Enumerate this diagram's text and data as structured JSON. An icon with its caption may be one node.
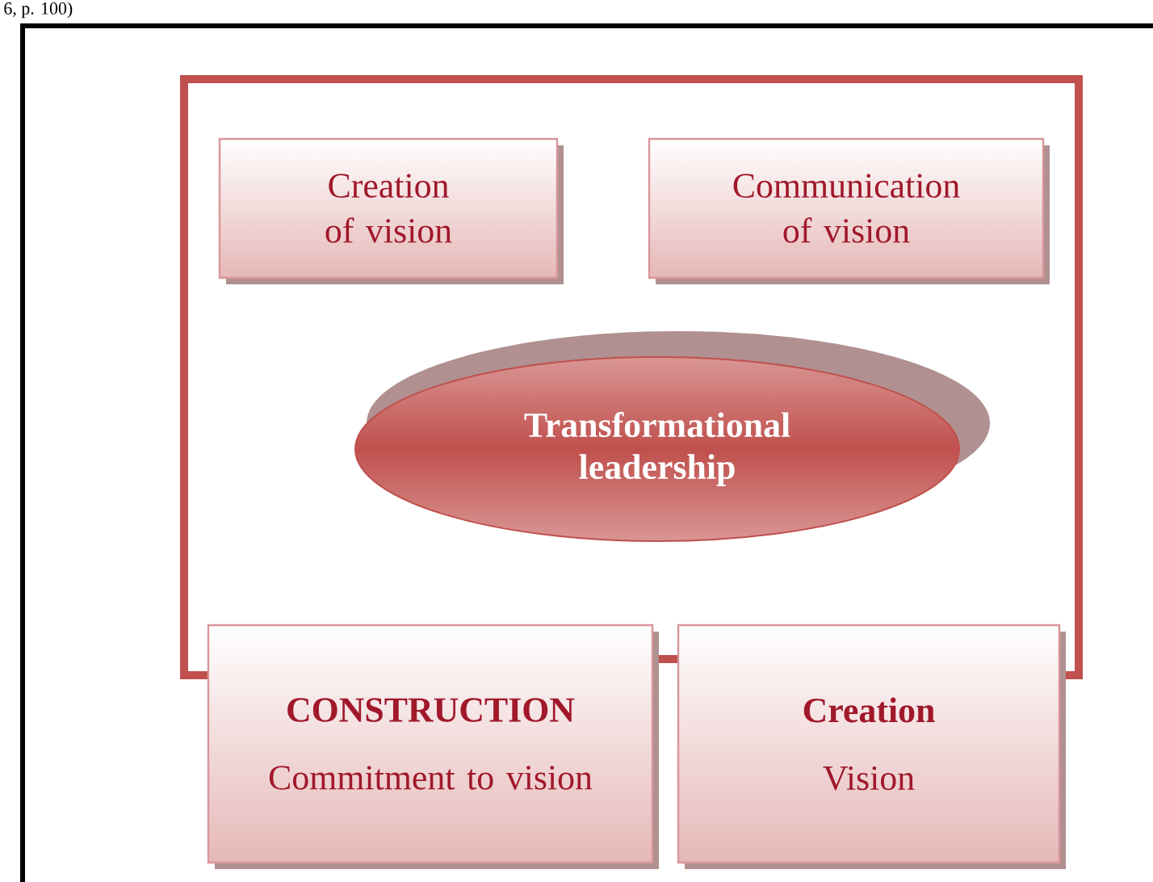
{
  "diagram": {
    "nodes": [
      {
        "text": [
          "Creation of vision"
        ]
      },
      {
        "text": [
          "Communication of vision"
        ]
      },
      {
        "text": [
          "Transformational leadership"
        ]
      },
      {
        "text": [
          "CONSTRUCTION",
          "Commitment to vision"
        ]
      },
      {
        "text": [
          "Creation",
          "Vision"
        ]
      }
    ],
    "labels": [
      "6, p. 100)"
    ]
  }
}
